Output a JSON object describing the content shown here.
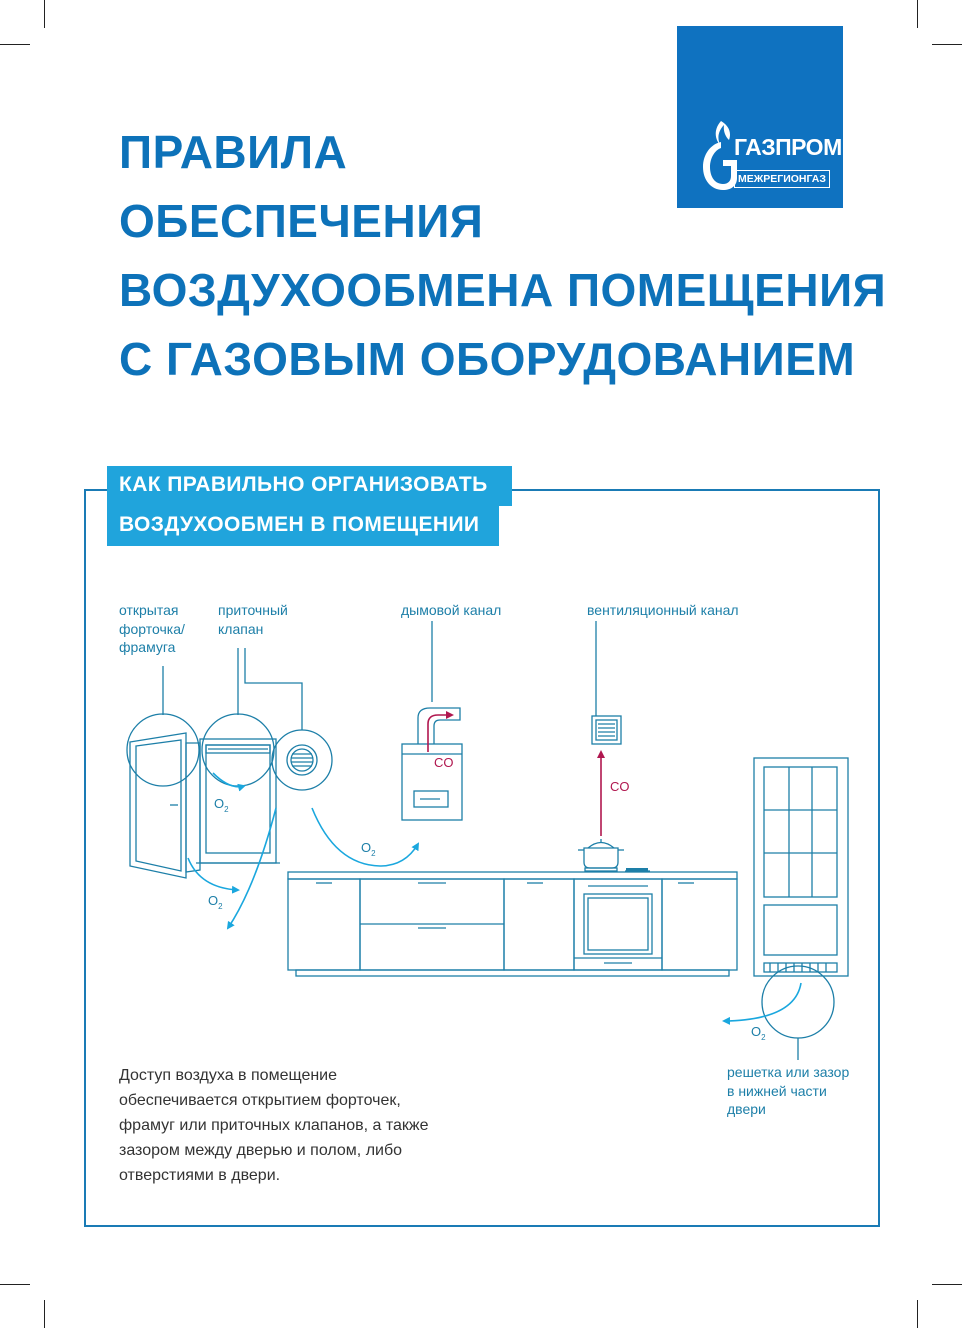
{
  "title": {
    "lines": [
      "ПРАВИЛА",
      "ОБЕСПЕЧЕНИЯ",
      "ВОЗДУХООБМЕНА ПОМЕЩЕНИЯ",
      "С ГАЗОВЫМ ОБОРУДОВАНИЕМ"
    ]
  },
  "logo": {
    "name": "ГАЗПРОМ",
    "subtitle": "МЕЖРЕГИОНГАЗ"
  },
  "section": {
    "heading_lines": [
      "КАК ПРАВИЛЬНО ОРГАНИЗОВАТЬ",
      "ВОЗДУХООБМЕН В ПОМЕЩЕНИИ"
    ]
  },
  "diagram": {
    "labels": {
      "window": [
        "открытая",
        "форточка/",
        "фрамуга"
      ],
      "valve": [
        "приточный",
        "клапан"
      ],
      "flue": "дымовой канал",
      "vent": "вентиляционный канал",
      "door_grille": [
        "решетка или зазор",
        "в нижней части",
        "двери"
      ]
    },
    "gas_labels": {
      "oxygen": "O",
      "oxygen_sub": "2",
      "co": "CO"
    }
  },
  "body": {
    "lines": [
      "Доступ воздуха в помещение",
      "обеспечивается открытием форточек,",
      "фрамуг или приточных клапанов, а также",
      "зазором между дверью и полом, либо",
      "отверстиями в двери."
    ]
  },
  "colors": {
    "brand_blue": "#0d72b9",
    "logo_blue": "#0f72c0",
    "section_blue": "#20a4dc",
    "line_blue": "#1d7fa8",
    "arrow_cyan": "#1aa7de",
    "co_red": "#b0174f"
  }
}
